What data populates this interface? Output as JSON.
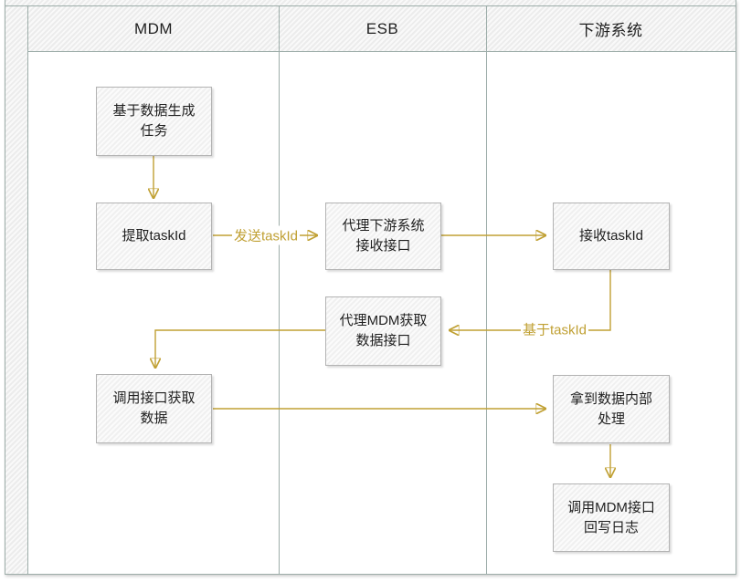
{
  "diagram": {
    "type": "swimlane-flowchart",
    "lanes": [
      {
        "id": "mdm",
        "label": "MDM"
      },
      {
        "id": "esb",
        "label": "ESB"
      },
      {
        "id": "downstream",
        "label": "下游系统"
      }
    ],
    "nodes": [
      {
        "id": "generate-task",
        "lane": "MDM",
        "label": "基于数据生成任务"
      },
      {
        "id": "extract-taskid",
        "lane": "MDM",
        "label": "提取taskId"
      },
      {
        "id": "proxy-downstream-receive",
        "lane": "ESB",
        "label": "代理下游系统接收接口"
      },
      {
        "id": "receive-taskid",
        "lane": "下游系统",
        "label": "接收taskId"
      },
      {
        "id": "proxy-mdm-getdata",
        "lane": "ESB",
        "label": "代理MDM获取数据接口"
      },
      {
        "id": "call-api-getdata",
        "lane": "MDM",
        "label": "调用接口获取数据"
      },
      {
        "id": "process-data",
        "lane": "下游系统",
        "label": "拿到数据内部处理"
      },
      {
        "id": "call-mdm-writeback",
        "lane": "下游系统",
        "label": "调用MDM接口回写日志"
      }
    ],
    "edges": [
      {
        "from": "generate-task",
        "to": "extract-taskid",
        "label": ""
      },
      {
        "from": "extract-taskid",
        "to": "proxy-downstream-receive",
        "label": "发送taskId"
      },
      {
        "from": "proxy-downstream-receive",
        "to": "receive-taskid",
        "label": ""
      },
      {
        "from": "receive-taskid",
        "to": "proxy-mdm-getdata",
        "label": "基于taskId"
      },
      {
        "from": "proxy-mdm-getdata",
        "to": "call-api-getdata",
        "label": ""
      },
      {
        "from": "call-api-getdata",
        "to": "process-data",
        "label": ""
      },
      {
        "from": "process-data",
        "to": "call-mdm-writeback",
        "label": ""
      }
    ]
  },
  "colors": {
    "arrow": "#c0a033",
    "arrow_head": "#d2ab3a",
    "lane_border": "#9dada9",
    "box_border": "#b3b3b3"
  }
}
